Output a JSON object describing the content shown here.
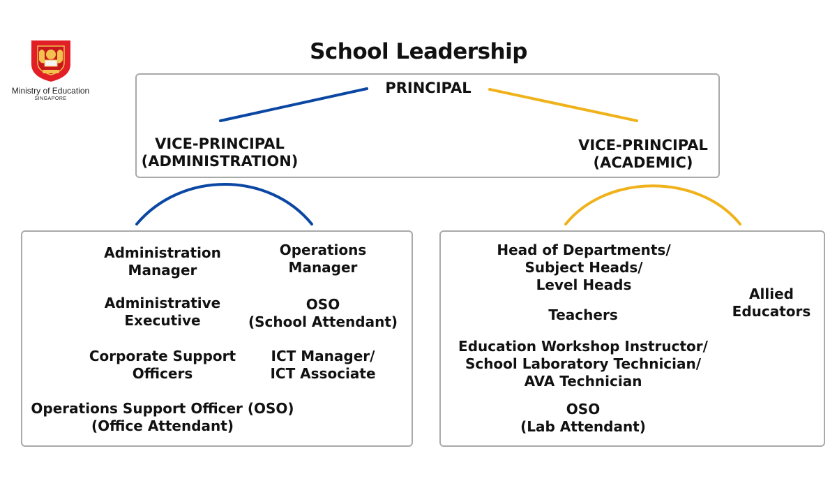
{
  "logo": {
    "name": "Ministry of Education",
    "sub": "SINGAPORE"
  },
  "title": "School Leadership",
  "leadership": {
    "principal": "PRINCIPAL",
    "vp_admin": "VICE-PRINCIPAL\n(ADMINISTRATION)",
    "vp_academic": "VICE-PRINCIPAL\n(ACADEMIC)"
  },
  "admin_group": {
    "roles": {
      "admin_manager": "Administration\nManager",
      "operations_manager": "Operations\nManager",
      "admin_executive": "Administrative\nExecutive",
      "oso_school": "OSO\n(School Attendant)",
      "corporate_support": "Corporate Support\nOfficers",
      "ict": "ICT Manager/\nICT Associate",
      "oso_office": "Operations Support Officer (OSO)\n(Office Attendant)"
    }
  },
  "academic_group": {
    "roles": {
      "hods": "Head of Departments/\nSubject Heads/\nLevel Heads",
      "teachers": "Teachers",
      "technicians": "Education Workshop Instructor/\nSchool Laboratory Technician/\nAVA Technician",
      "oso_lab": "OSO\n(Lab Attendant)",
      "allied": "Allied\nEducators"
    }
  },
  "colors": {
    "admin_line": "#0a47a3",
    "academic_line": "#f0b21a",
    "border": "#a9a9a9",
    "crest_red": "#e21f26"
  }
}
